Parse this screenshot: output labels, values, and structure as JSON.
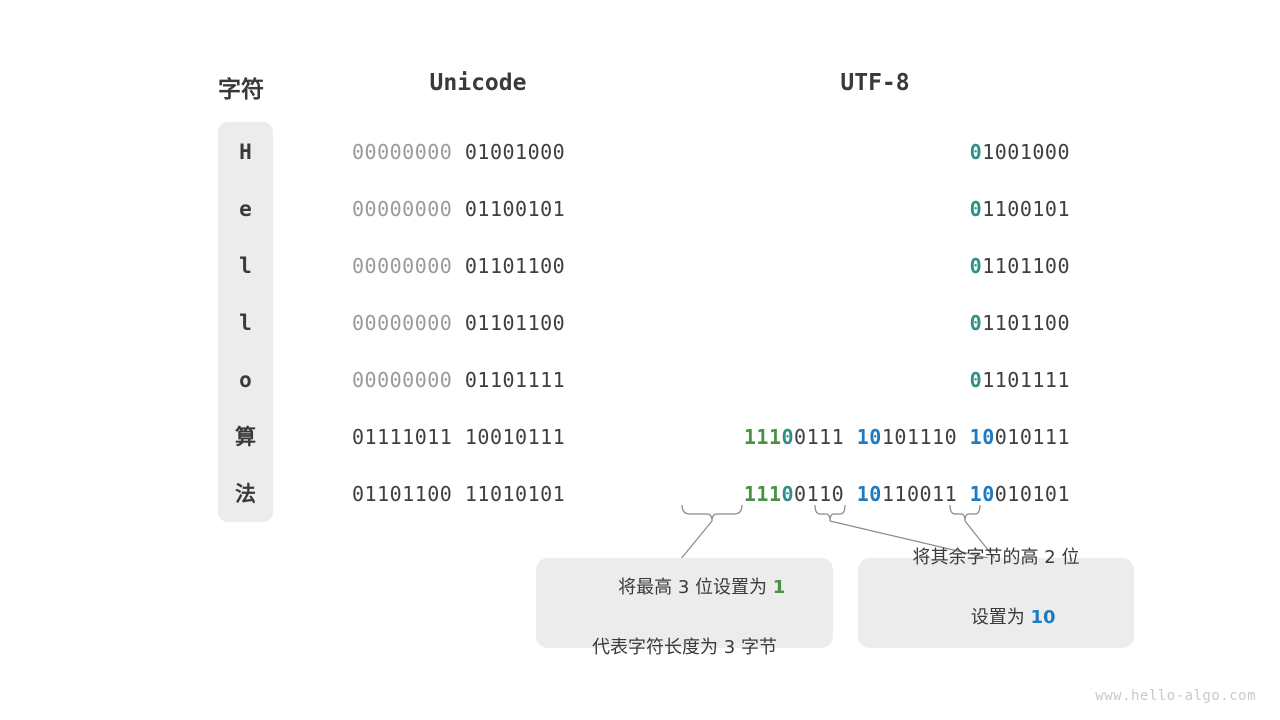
{
  "headers": {
    "character": "字符",
    "unicode": "Unicode",
    "utf8": "UTF-8"
  },
  "colors": {
    "teal": "#2e9187",
    "green": "#4a9147",
    "blue": "#1f7bc1",
    "dim_gray": "#9a9a9a",
    "dark_gray": "#3f3f3f",
    "panel_bg": "#ececec",
    "watermark": "#c9c9c9"
  },
  "rows": [
    {
      "char": "H",
      "unicode_high": "00000000",
      "unicode_low": "01001000",
      "utf8_bytes": [
        {
          "marker": "0",
          "marker_color": "teal",
          "rest": "1001000"
        }
      ]
    },
    {
      "char": "e",
      "unicode_high": "00000000",
      "unicode_low": "01100101",
      "utf8_bytes": [
        {
          "marker": "0",
          "marker_color": "teal",
          "rest": "1100101"
        }
      ]
    },
    {
      "char": "l",
      "unicode_high": "00000000",
      "unicode_low": "01101100",
      "utf8_bytes": [
        {
          "marker": "0",
          "marker_color": "teal",
          "rest": "1101100"
        }
      ]
    },
    {
      "char": "l",
      "unicode_high": "00000000",
      "unicode_low": "01101100",
      "utf8_bytes": [
        {
          "marker": "0",
          "marker_color": "teal",
          "rest": "1101100"
        }
      ]
    },
    {
      "char": "o",
      "unicode_high": "00000000",
      "unicode_low": "01101111",
      "utf8_bytes": [
        {
          "marker": "0",
          "marker_color": "teal",
          "rest": "1101111"
        }
      ]
    },
    {
      "char": "算",
      "unicode_high": "01111011",
      "unicode_low": "10010111",
      "utf8_bytes": [
        {
          "marker": "111",
          "marker_color": "green",
          "marker2": "0",
          "marker2_color": "teal",
          "rest": "0111"
        },
        {
          "marker": "10",
          "marker_color": "blue",
          "rest": "101110"
        },
        {
          "marker": "10",
          "marker_color": "blue",
          "rest": "010111"
        }
      ]
    },
    {
      "char": "法",
      "unicode_high": "01101100",
      "unicode_low": "11010101",
      "utf8_bytes": [
        {
          "marker": "111",
          "marker_color": "green",
          "marker2": "0",
          "marker2_color": "teal",
          "rest": "0110"
        },
        {
          "marker": "10",
          "marker_color": "blue",
          "rest": "110011"
        },
        {
          "marker": "10",
          "marker_color": "blue",
          "rest": "010101"
        }
      ]
    }
  ],
  "callouts": [
    {
      "line1_pre": "将最高 3 位设置为 ",
      "line1_hl": "1",
      "line1_hl_color": "green",
      "line2": "代表字符长度为 3 字节"
    },
    {
      "line1": "将其余字节的高 2 位",
      "line2_pre": "设置为 ",
      "line2_hl": "10",
      "line2_hl_color": "blue"
    }
  ],
  "watermark": "www.hello-algo.com"
}
